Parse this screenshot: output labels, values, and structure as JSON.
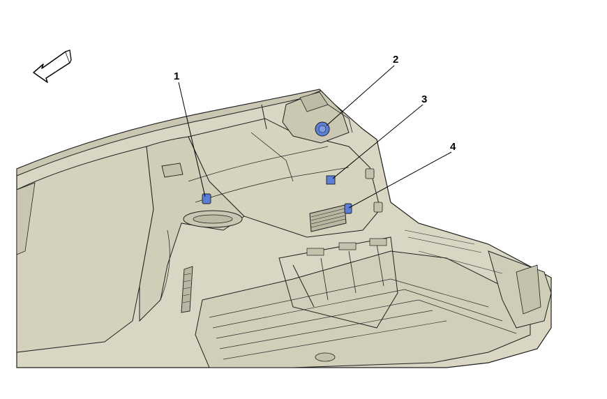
{
  "diagram": {
    "callouts": [
      {
        "label": "1"
      },
      {
        "label": "2"
      },
      {
        "label": "3"
      },
      {
        "label": "4"
      }
    ]
  },
  "colors": {
    "panel": "#d9d7c3",
    "panel_shade": "#c9c7b2",
    "outline": "#1f1f1f",
    "highlight": "#5b7fd6",
    "background": "#ffffff"
  },
  "icons": {
    "direction": "forward-direction-arrow-icon"
  }
}
